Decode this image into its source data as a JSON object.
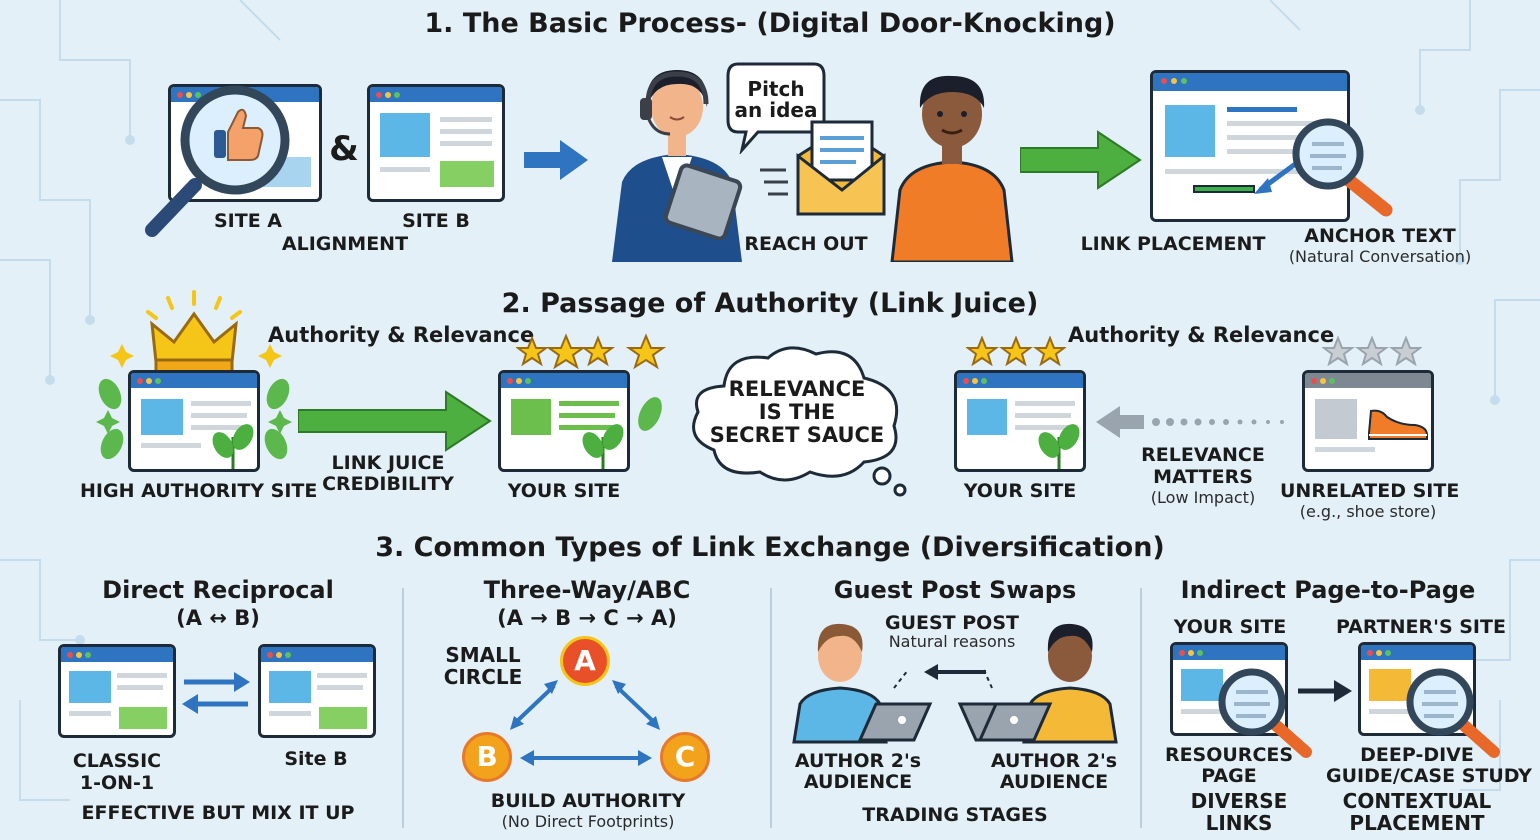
{
  "section1": {
    "title": "1. The Basic Process- (Digital Door-Knocking)",
    "site_a": "SITE A",
    "amp": "&",
    "site_b": "SITE B",
    "alignment": "ALIGNMENT",
    "bubble_line1": "Pitch",
    "bubble_line2": "an idea",
    "reach_out": "REACH OUT",
    "link_placement": "LINK PLACEMENT",
    "anchor_text": "ANCHOR TEXT",
    "anchor_sub": "(Natural Conversation)"
  },
  "section2": {
    "title": "2. Passage of Authority (Link Juice)",
    "auth_rel_left": "Authority & Relevance",
    "auth_rel_right": "Authority & Relevance",
    "high_authority": "HIGH AUTHORITY SITE",
    "juice_line1": "LINK JUICE",
    "juice_line2": "CREDIBILITY",
    "your_site_left": "YOUR SITE",
    "cloud_line1": "RELEVANCE",
    "cloud_line2": "IS THE",
    "cloud_line3": "SECRET SAUCE",
    "your_site_right": "YOUR SITE",
    "matters_line1": "RELEVANCE",
    "matters_line2": "MATTERS",
    "matters_sub": "(Low Impact)",
    "unrelated": "UNRELATED SITE",
    "unrelated_sub": "(e.g., shoe store)"
  },
  "section3": {
    "title": "3. Common Types of Link Exchange (Diversification)",
    "p1": {
      "title": "Direct Reciprocal",
      "formula": "(A ↔ B)",
      "classic_line1": "CLASSIC",
      "classic_line2": "1-ON-1",
      "site_b": "Site B",
      "footer": "EFFECTIVE BUT MIX IT UP"
    },
    "p2": {
      "title": "Three-Way/ABC",
      "formula": "(A → B → C → A)",
      "small_line1": "SMALL",
      "small_line2": "CIRCLE",
      "node_a": "A",
      "node_b": "B",
      "node_c": "C",
      "footer": "BUILD AUTHORITY",
      "footer_sub": "(No Direct Footprints)"
    },
    "p3": {
      "title": "Guest Post Swaps",
      "guest_post": "GUEST POST",
      "natural": "Natural reasons",
      "aud_left_line1": "AUTHOR 2's",
      "aud_left_line2": "AUDIENCE",
      "aud_right_line1": "AUTHOR 2's",
      "aud_right_line2": "AUDIENCE",
      "footer": "TRADING STAGES"
    },
    "p4": {
      "title": "Indirect Page-to-Page",
      "your_site": "YOUR SITE",
      "partner_site": "PARTNER'S SITE",
      "resources_line1": "RESOURCES",
      "resources_line2": "PAGE",
      "deep_line1": "DEEP-DIVE",
      "deep_line2": "GUIDE/CASE STUDY",
      "diverse_line1": "DIVERSE",
      "diverse_line2": "LINKS",
      "contextual_line1": "CONTEXTUAL",
      "contextual_line2": "PLACEMENT"
    }
  },
  "colors": {
    "background": "#e3f0f8",
    "window_bar": "#2f74c0",
    "blue_arrow": "#2f74c0",
    "green_arrow": "#4caf3f",
    "orange_node": "#f3a21c",
    "red_node": "#e8502a",
    "star": "#f5c518"
  }
}
